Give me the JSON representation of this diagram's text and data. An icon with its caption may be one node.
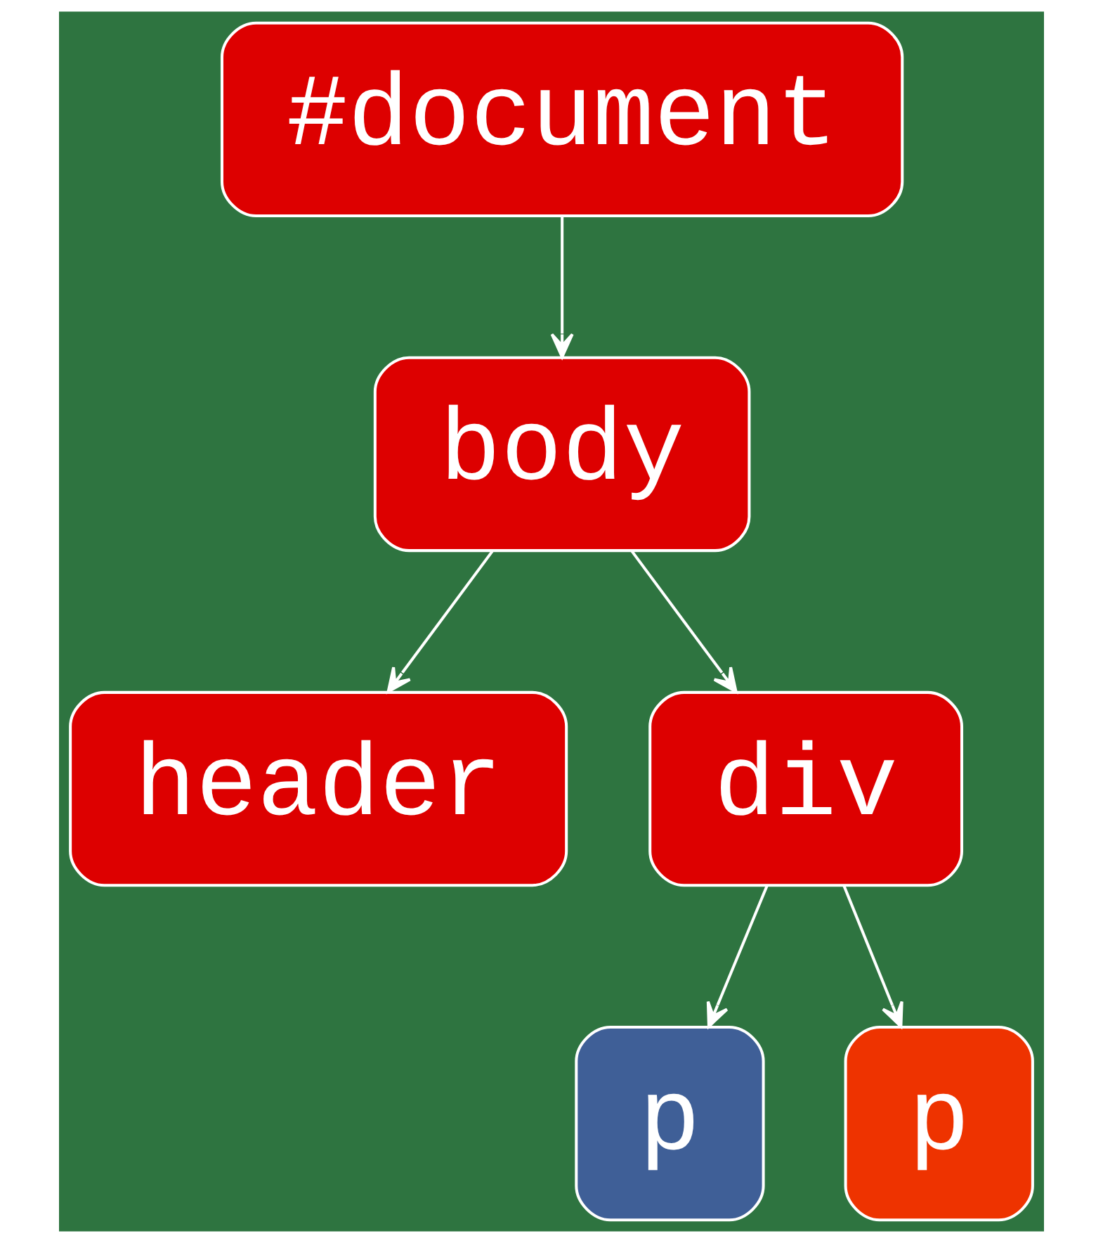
{
  "diagram": {
    "nodes": [
      {
        "text": [
          "#document"
        ]
      },
      {
        "text": [
          "body"
        ]
      },
      {
        "text": [
          "header"
        ]
      },
      {
        "text": [
          "div"
        ]
      },
      {
        "text": [
          "p"
        ]
      },
      {
        "text": [
          "p"
        ]
      }
    ],
    "edges": [
      {
        "from": 0,
        "to": 1,
        "arrow": "to"
      },
      {
        "from": 1,
        "to": 2,
        "arrow": "to"
      },
      {
        "from": 1,
        "to": 3,
        "arrow": "to"
      },
      {
        "from": 3,
        "to": 4,
        "arrow": "to"
      },
      {
        "from": 3,
        "to": 5,
        "arrow": "to"
      }
    ]
  }
}
